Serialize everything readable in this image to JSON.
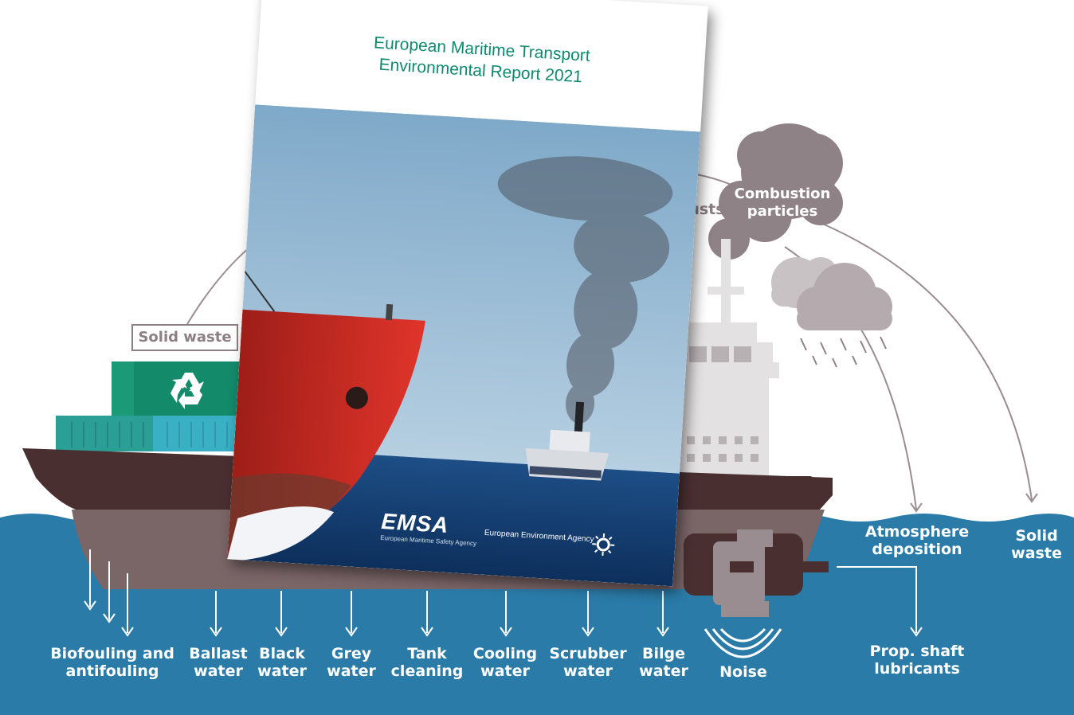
{
  "cover": {
    "title": "European Maritime Transport\nEnvironmental Report 2021",
    "publisher_logo": "EMSA",
    "publisher_full": "European Maritime Safety Agency",
    "partner": "European Environment Agency"
  },
  "top_labels": {
    "combustion": "Combustion\nparticles",
    "exhausts": "hausts",
    "solid_waste_box": "Solid waste"
  },
  "bottom_labels": {
    "biofouling": "Biofouling and\nantifouling",
    "ballast": "Ballast\nwater",
    "black": "Black\nwater",
    "grey": "Grey\nwater",
    "tank": "Tank\ncleaning",
    "cooling": "Cooling\nwater",
    "scrubber": "Scrubber\nwater",
    "bilge": "Bilge\nwater",
    "noise": "Noise",
    "prop": "Prop. shaft\nlubricants",
    "atmosphere": "Atmosphere\ndeposition",
    "solid_waste": "Solid\nwaste"
  },
  "icons": {
    "recycle": "recycle-icon"
  },
  "colors": {
    "sea": "#2a7ba8",
    "hull_dark": "#4a2f31",
    "hull_light": "#7a6567",
    "container_green": "#138a6a",
    "container_teal": "#2b9f95",
    "superstructure": "#e4e1e2",
    "smoke": "#8f8286",
    "cover_title": "#0e8a6e",
    "cover_bow": "#d42a22"
  }
}
